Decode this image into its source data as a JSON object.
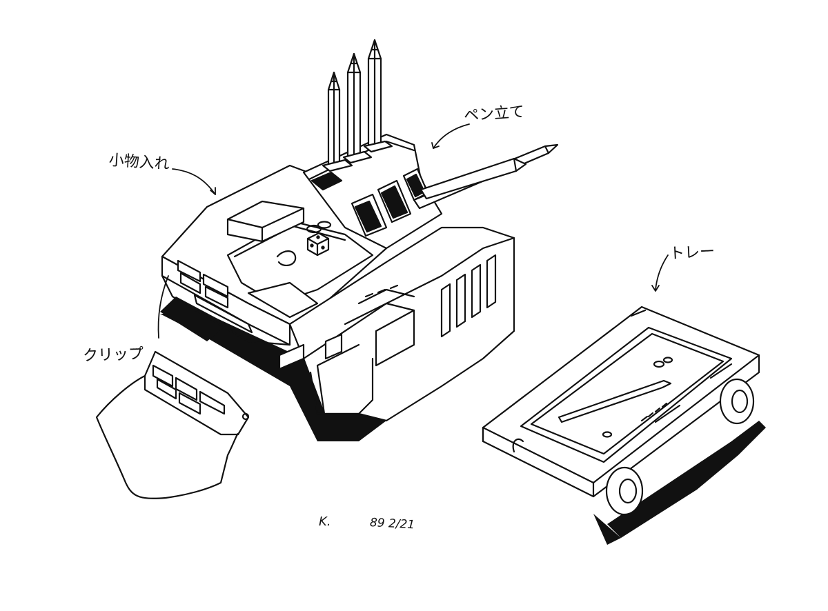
{
  "labels": {
    "small_items_box": "小物入れ",
    "pen_stand": "ペン立て",
    "tray": "トレー",
    "clip": "クリップ"
  },
  "signature": "K.",
  "date": "89 2/21",
  "colors": {
    "ink": "#111111",
    "paper": "#ffffff"
  }
}
